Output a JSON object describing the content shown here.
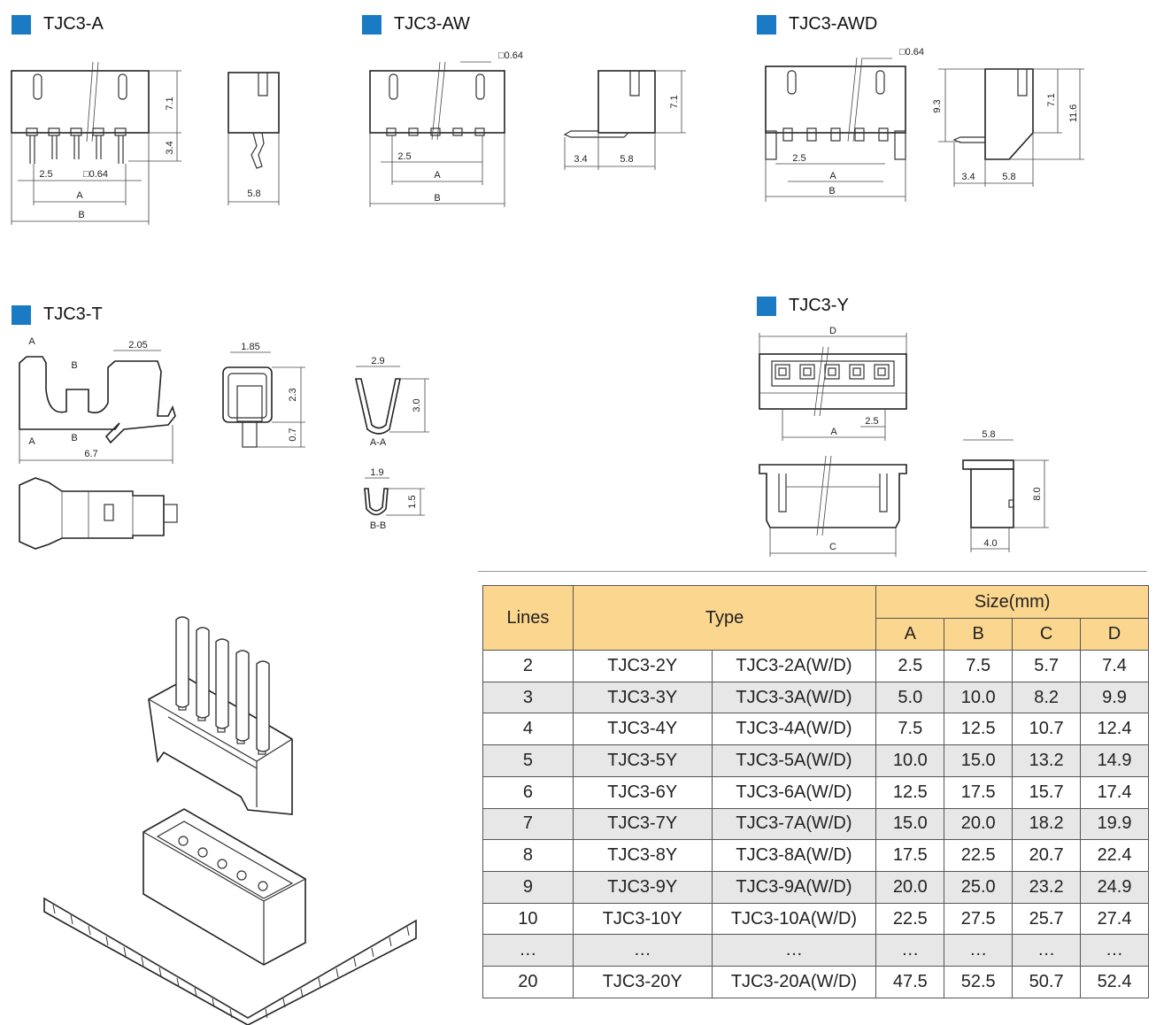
{
  "sections": {
    "tjc3_a": "TJC3-A",
    "tjc3_aw": "TJC3-AW",
    "tjc3_awd": "TJC3-AWD",
    "tjc3_t": "TJC3-T",
    "tjc3_y": "TJC3-Y"
  },
  "colors": {
    "section_marker": "#1a7bc4",
    "table_header": "#fbd68e",
    "table_alt_row": "#e7e7e7"
  },
  "dims": {
    "a": {
      "h1": "7.1",
      "h2": "3.4",
      "pitch": "2.5",
      "pin": "□0.64",
      "A": "A",
      "B": "B",
      "side_w": "5.8"
    },
    "aw": {
      "pin": "□0.64",
      "pitch": "2.5",
      "A": "A",
      "B": "B",
      "h": "7.1",
      "d1": "3.4",
      "d2": "5.8"
    },
    "awd": {
      "pin": "□0.64",
      "pitch": "2.5",
      "A": "A",
      "B": "B",
      "h1": "9.3",
      "h2": "7.1",
      "h3": "11.6",
      "d1": "3.4",
      "d2": "5.8"
    },
    "t": {
      "secA": "A",
      "secB": "B",
      "w1": "2.05",
      "len": "6.7",
      "w2": "1.85",
      "h1": "2.3",
      "h2": "0.7",
      "aa_w": "2.9",
      "aa_h": "3.0",
      "aa_label": "A-A",
      "bb_w": "1.9",
      "bb_h": "1.5",
      "bb_label": "B-B"
    },
    "y": {
      "D": "D",
      "A": "A",
      "pitch": "2.5",
      "C": "C",
      "top_w": "5.8",
      "h": "8.0",
      "bottom_w": "4.0"
    }
  },
  "table": {
    "headers": {
      "lines": "Lines",
      "type": "Type",
      "size": "Size(mm)",
      "a": "A",
      "b": "B",
      "c": "C",
      "d": "D"
    },
    "rows": [
      {
        "lines": "2",
        "y": "TJC3-2Y",
        "a_type": "TJC3-2A(W/D)",
        "a": "2.5",
        "b": "7.5",
        "c": "5.7",
        "d": "7.4"
      },
      {
        "lines": "3",
        "y": "TJC3-3Y",
        "a_type": "TJC3-3A(W/D)",
        "a": "5.0",
        "b": "10.0",
        "c": "8.2",
        "d": "9.9"
      },
      {
        "lines": "4",
        "y": "TJC3-4Y",
        "a_type": "TJC3-4A(W/D)",
        "a": "7.5",
        "b": "12.5",
        "c": "10.7",
        "d": "12.4"
      },
      {
        "lines": "5",
        "y": "TJC3-5Y",
        "a_type": "TJC3-5A(W/D)",
        "a": "10.0",
        "b": "15.0",
        "c": "13.2",
        "d": "14.9"
      },
      {
        "lines": "6",
        "y": "TJC3-6Y",
        "a_type": "TJC3-6A(W/D)",
        "a": "12.5",
        "b": "17.5",
        "c": "15.7",
        "d": "17.4"
      },
      {
        "lines": "7",
        "y": "TJC3-7Y",
        "a_type": "TJC3-7A(W/D)",
        "a": "15.0",
        "b": "20.0",
        "c": "18.2",
        "d": "19.9"
      },
      {
        "lines": "8",
        "y": "TJC3-8Y",
        "a_type": "TJC3-8A(W/D)",
        "a": "17.5",
        "b": "22.5",
        "c": "20.7",
        "d": "22.4"
      },
      {
        "lines": "9",
        "y": "TJC3-9Y",
        "a_type": "TJC3-9A(W/D)",
        "a": "20.0",
        "b": "25.0",
        "c": "23.2",
        "d": "24.9"
      },
      {
        "lines": "10",
        "y": "TJC3-10Y",
        "a_type": "TJC3-10A(W/D)",
        "a": "22.5",
        "b": "27.5",
        "c": "25.7",
        "d": "27.4"
      },
      {
        "lines": "…",
        "y": "…",
        "a_type": "…",
        "a": "…",
        "b": "…",
        "c": "…",
        "d": "…"
      },
      {
        "lines": "20",
        "y": "TJC3-20Y",
        "a_type": "TJC3-20A(W/D)",
        "a": "47.5",
        "b": "52.5",
        "c": "50.7",
        "d": "52.4"
      }
    ]
  }
}
